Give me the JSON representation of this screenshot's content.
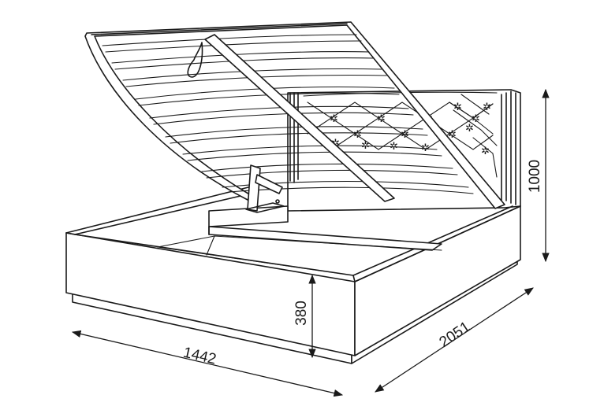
{
  "dimensions": {
    "width": "1442",
    "length": "2051",
    "height_headboard": "1000",
    "height_base": "380"
  },
  "colors": {
    "line": "#1a1a1a",
    "background": "#ffffff"
  }
}
